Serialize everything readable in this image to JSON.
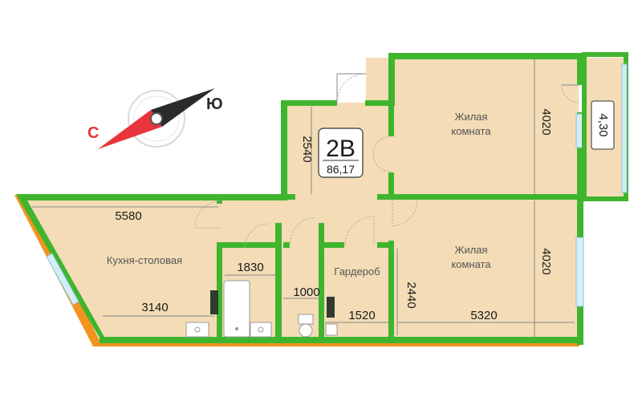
{
  "compass": {
    "north_label": "С",
    "south_label": "Ю",
    "north_color": "#e8343c",
    "south_color": "#2b2b2b",
    "icon": "compass-icon"
  },
  "apartment": {
    "type": "2В",
    "area": "86,17"
  },
  "rooms": {
    "kitchen": "Кухня-столовая",
    "living_top_line1": "Жилая",
    "living_top_line2": "комната",
    "living_bottom_line1": "Жилая",
    "living_bottom_line2": "комната",
    "wardrobe": "Гардероб",
    "balcony_area": "4,30"
  },
  "dimensions": {
    "kitchen_width_top": "5580",
    "kitchen_width_bottom": "3140",
    "bath_width": "1830",
    "wc_width": "1000",
    "wardrobe_width": "1520",
    "hall_height": "2540",
    "living_top_height": "4020",
    "living_bottom_height": "4020",
    "living_bottom_width": "5320",
    "wardrobe_height": "2440"
  },
  "colors": {
    "floor": "#f3dcb6",
    "wall": "#3fb52e",
    "wall_edge": "#f2941f",
    "window": "#d4eef7",
    "text": "#1a1a1a"
  }
}
